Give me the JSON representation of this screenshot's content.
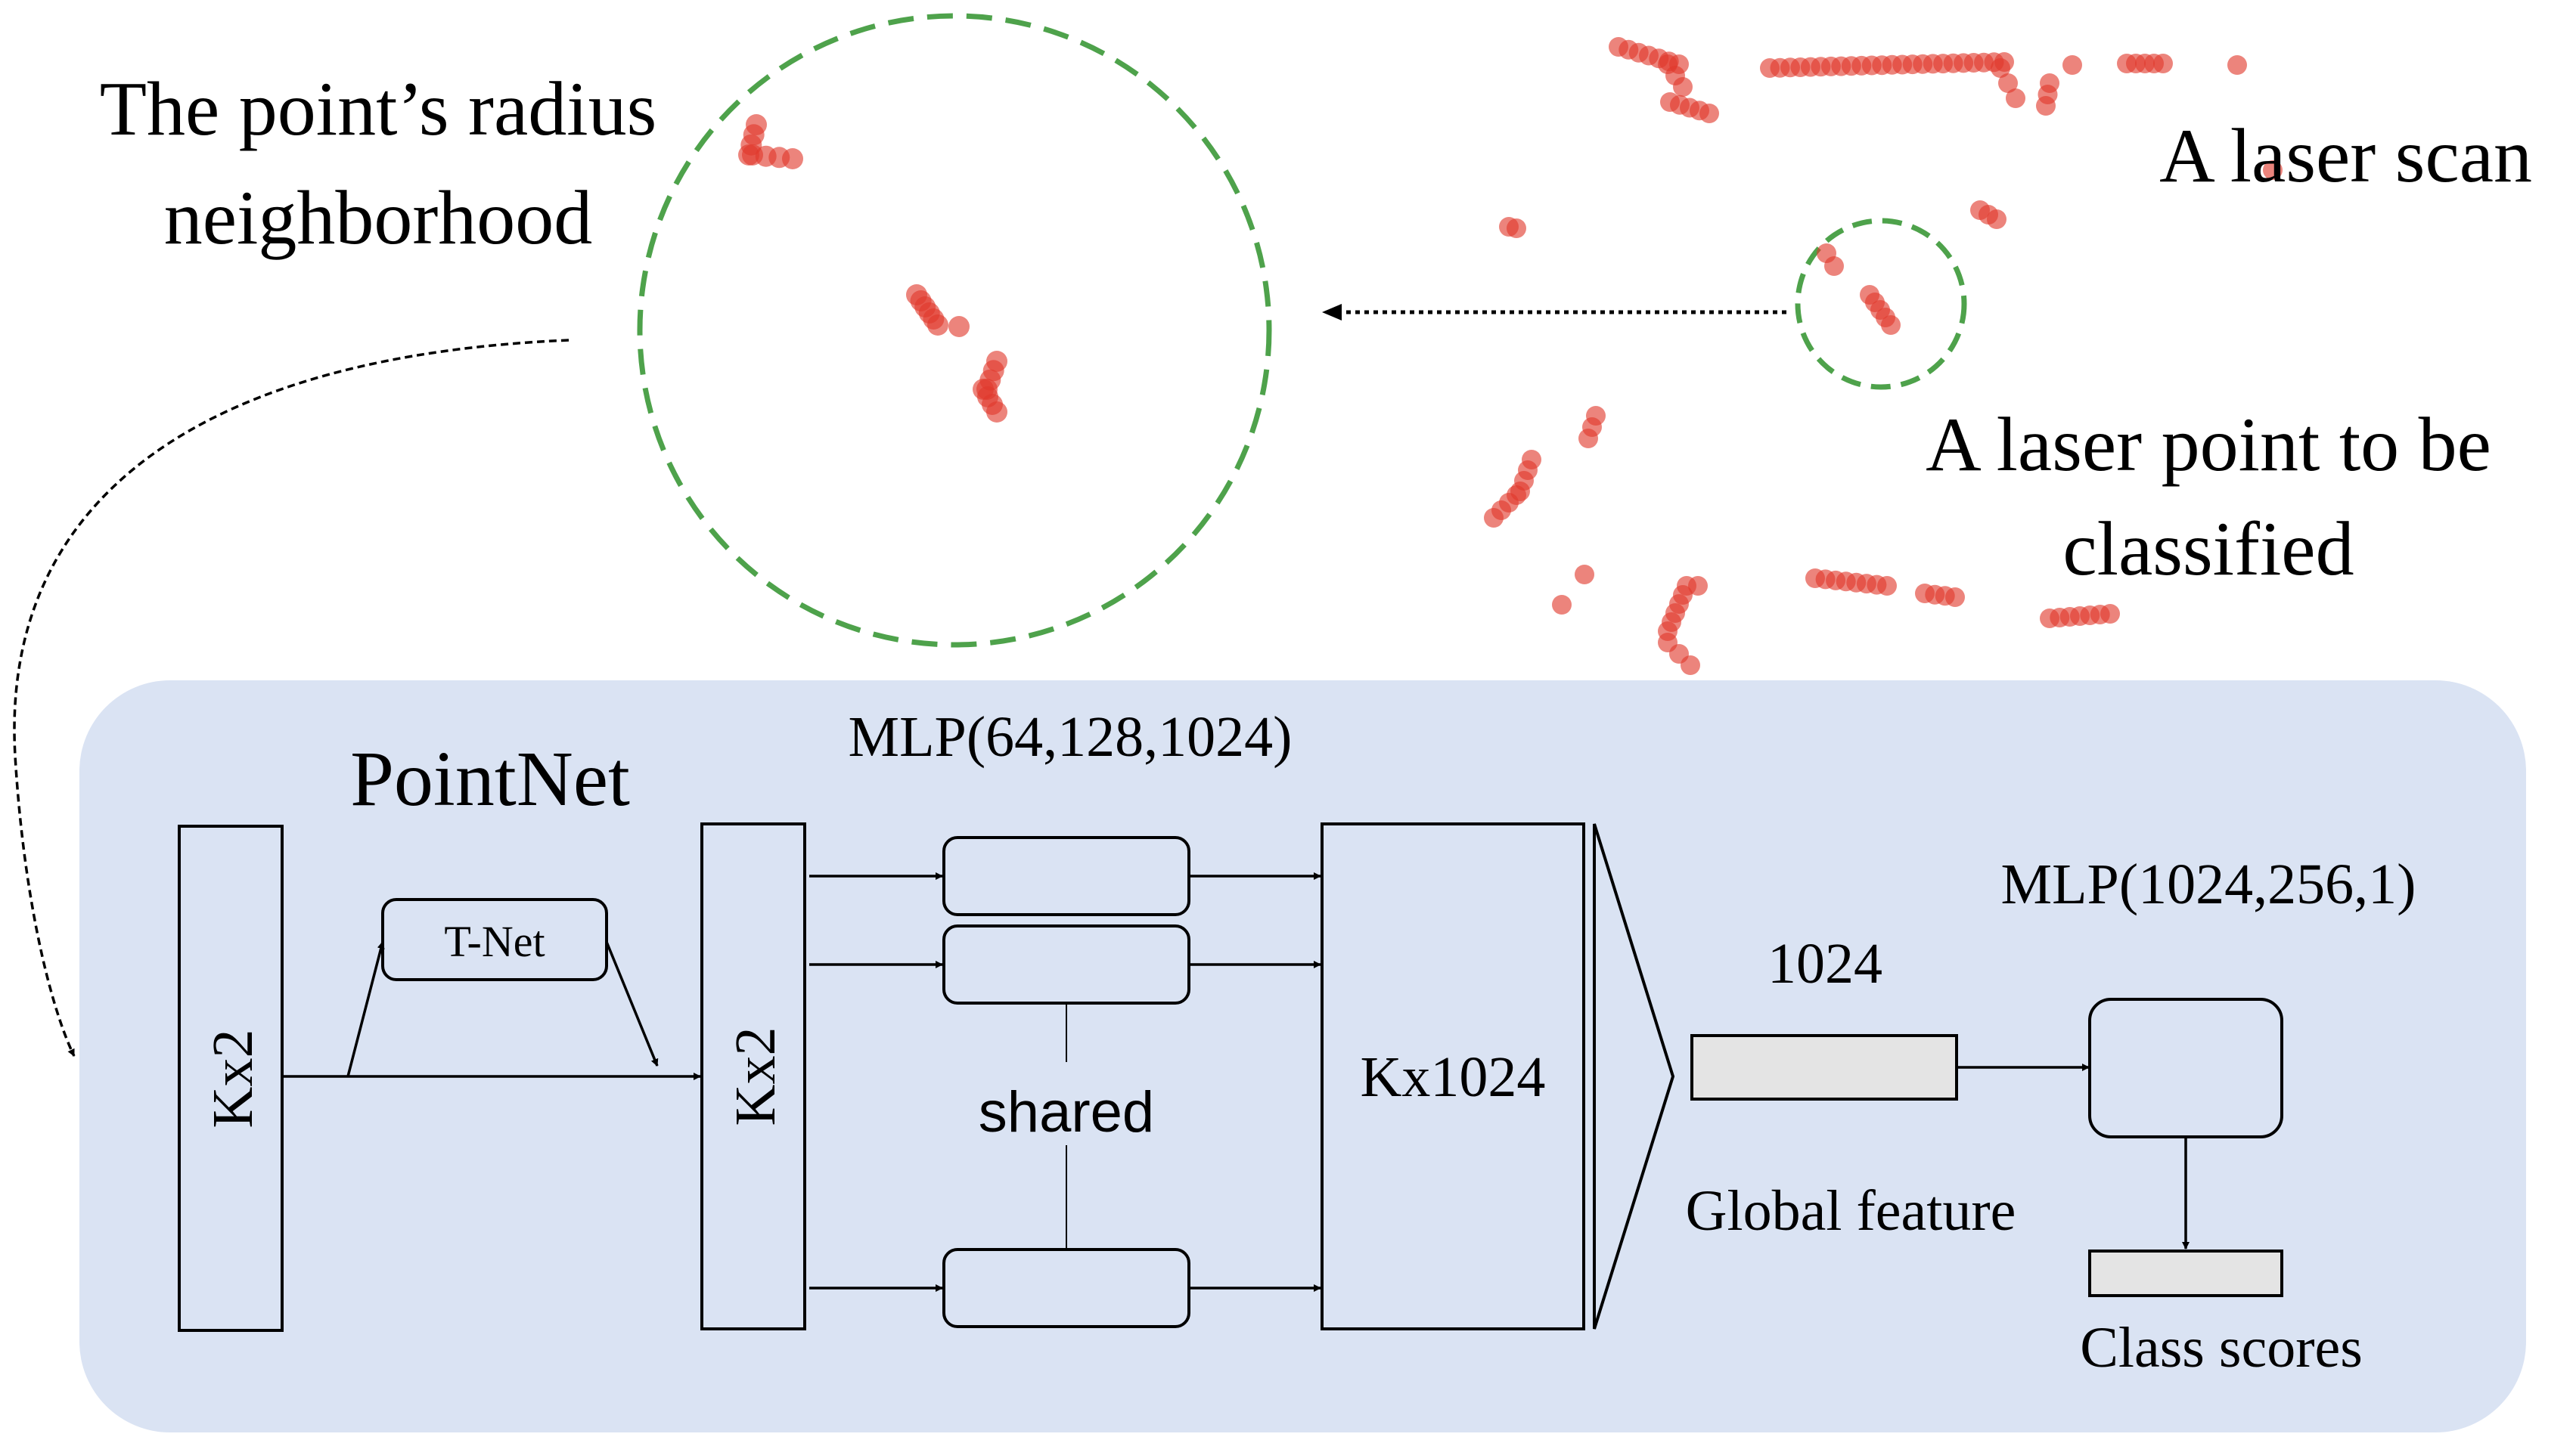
{
  "labels": {
    "radius_neighborhood_line1": "The point’s radius",
    "radius_neighborhood_line2": "neighborhood",
    "laser_scan": "A laser scan",
    "laser_point_line1": "A laser point to be",
    "laser_point_line2": "classified",
    "pointnet": "PointNet",
    "mlp_shared": "MLP(64,128,1024)",
    "mlp_head": "MLP(1024,256,1)",
    "input_matrix": "Kx2",
    "transformed_matrix": "Kx2",
    "tnet": "T-Net",
    "shared": "shared",
    "feature_matrix": "Kx1024",
    "global_dim": "1024",
    "global_feature": "Global feature",
    "class_scores": "Class scores"
  },
  "colors": {
    "panel_fill": "#dae3f3",
    "neighborhood_circle": "#4ea24b",
    "laser_point": "#e0392b",
    "feature_bar": "#e4e4e4"
  }
}
